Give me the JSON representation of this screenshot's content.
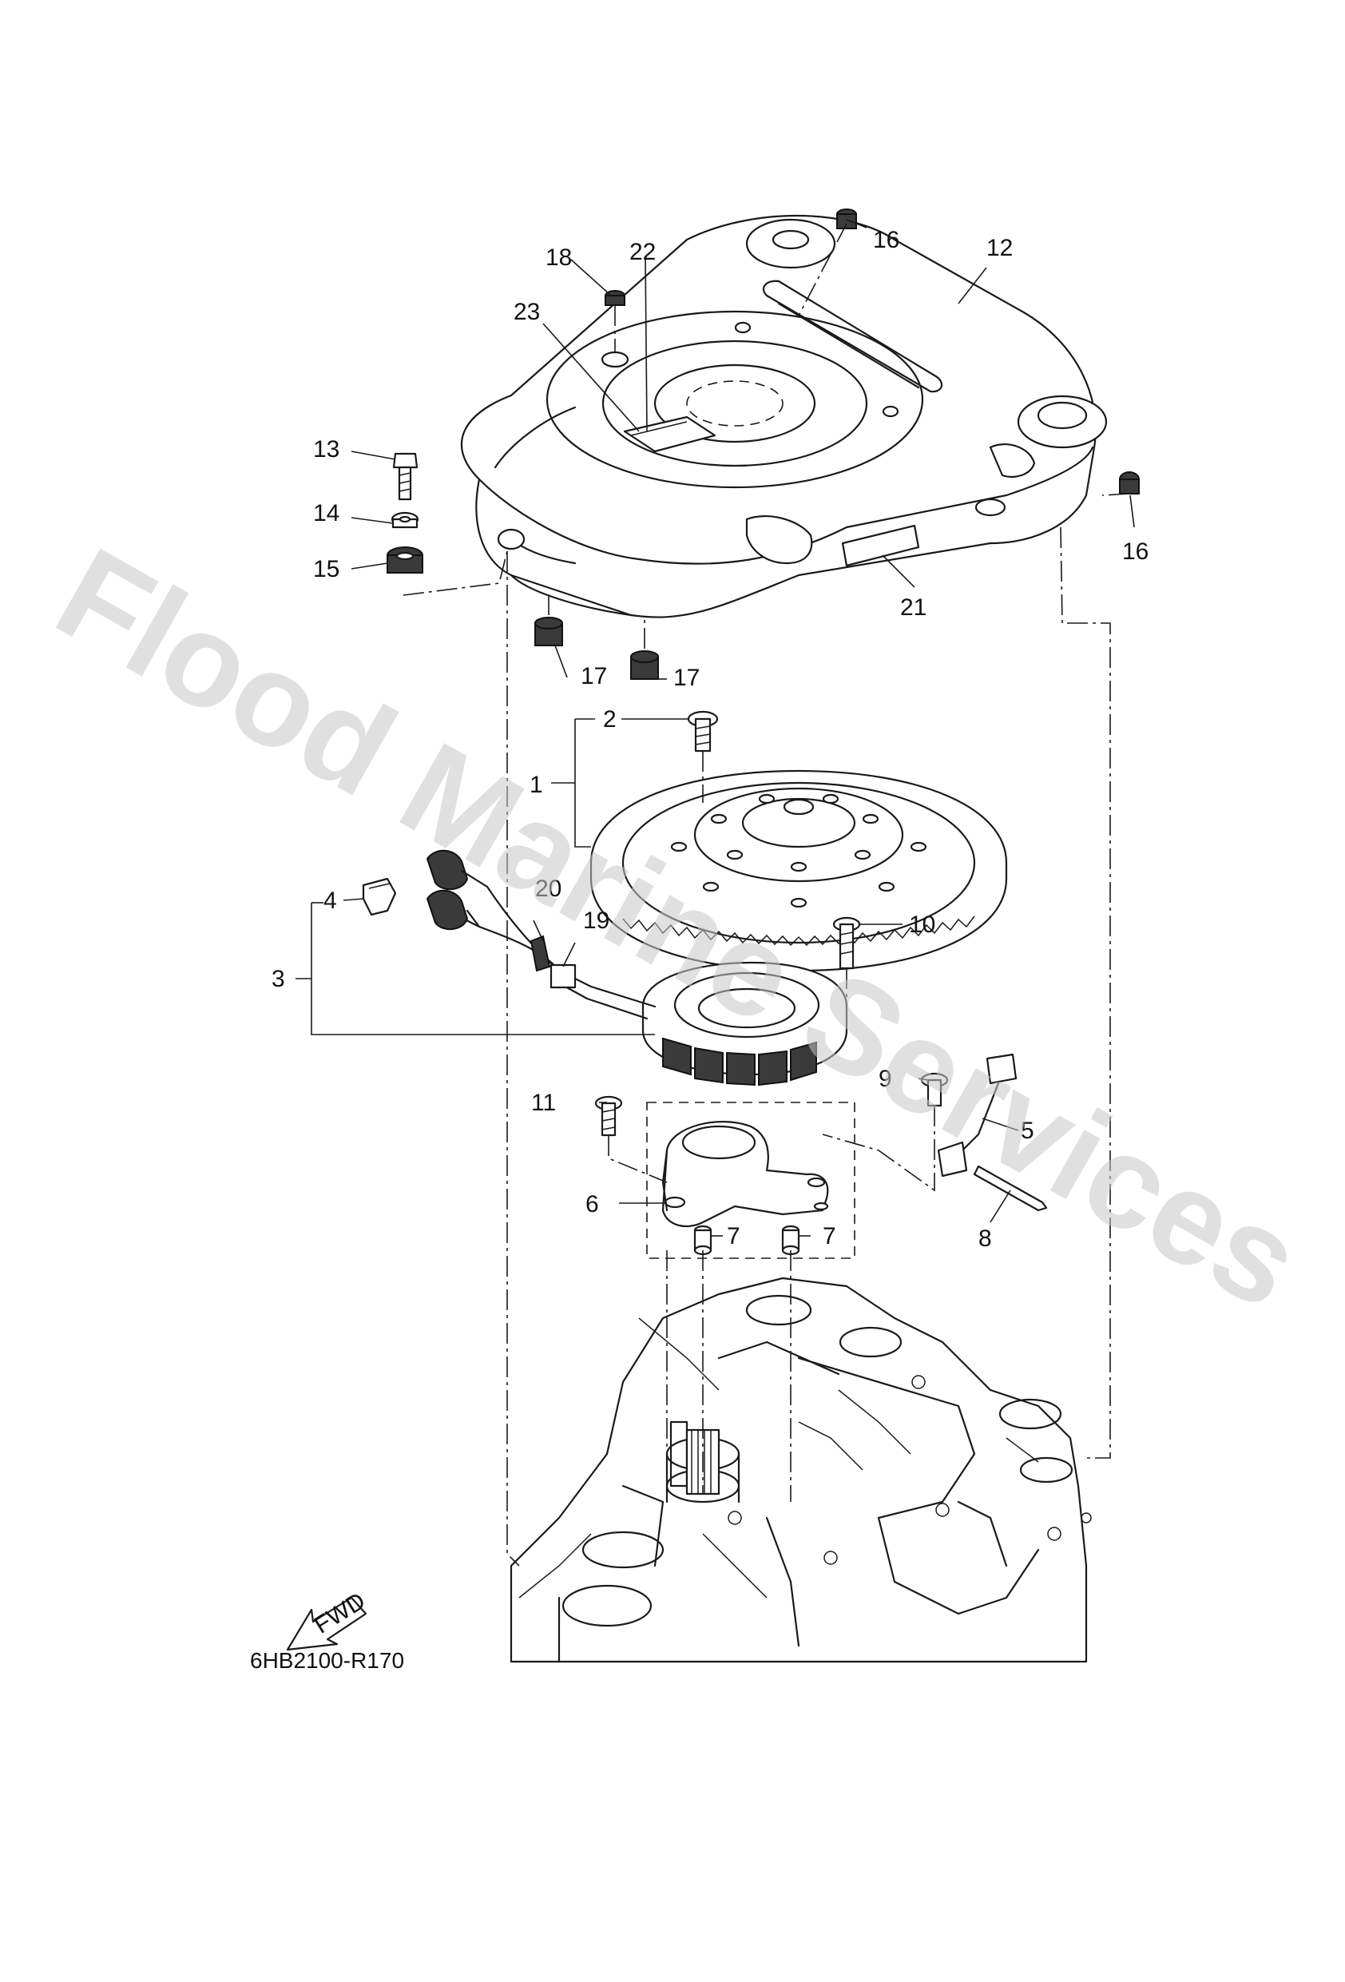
{
  "diagram_code": "6HB2100-R170",
  "watermark": "Flood Marine Services",
  "fwd_label": "FWD",
  "callouts": {
    "c1": "1",
    "c2": "2",
    "c3": "3",
    "c4": "4",
    "c5": "5",
    "c6": "6",
    "c7a": "7",
    "c7b": "7",
    "c8": "8",
    "c9": "9",
    "c10": "10",
    "c11": "11",
    "c12": "12",
    "c13": "13",
    "c14": "14",
    "c15": "15",
    "c16a": "16",
    "c16b": "16",
    "c17a": "17",
    "c17b": "17",
    "c18": "18",
    "c19": "19",
    "c20": "20",
    "c21": "21",
    "c22": "22",
    "c23": "23"
  }
}
